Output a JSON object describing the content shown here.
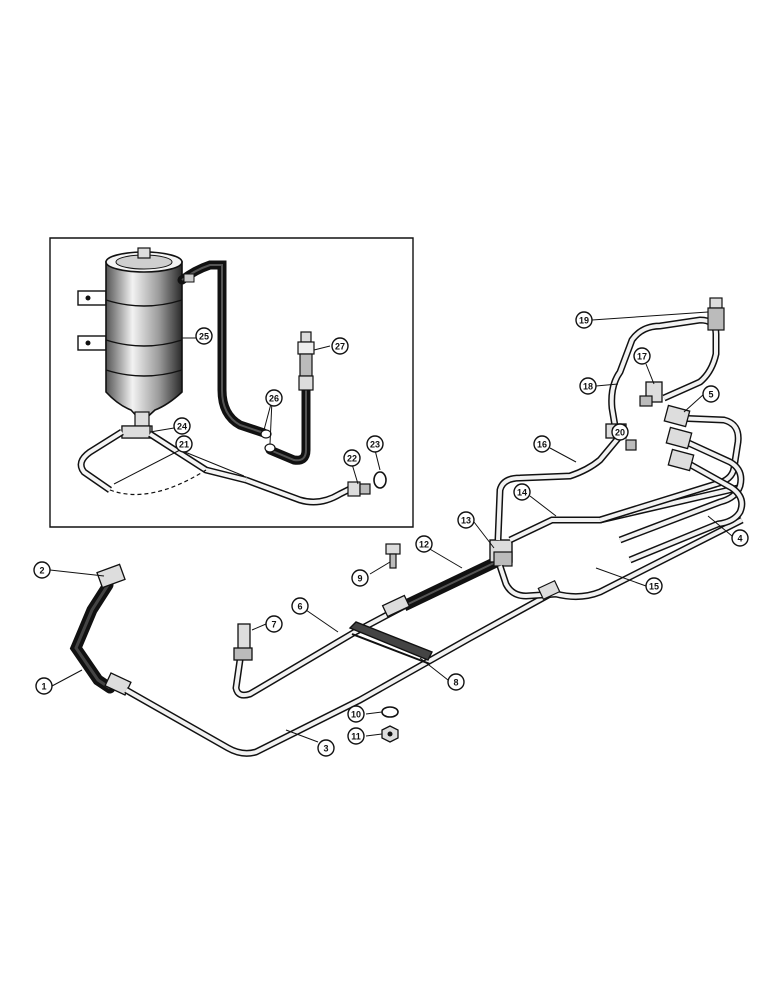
{
  "colors": {
    "ink": "#111111",
    "paper": "#ffffff",
    "metal": "#e9e9e9",
    "hose": "#151515"
  },
  "inset": {
    "name": "fuel-filter-detail-inset"
  },
  "callouts": [
    {
      "id": "c1",
      "label": "1"
    },
    {
      "id": "c2",
      "label": "2"
    },
    {
      "id": "c3",
      "label": "3"
    },
    {
      "id": "c4",
      "label": "4"
    },
    {
      "id": "c5",
      "label": "5"
    },
    {
      "id": "c6",
      "label": "6"
    },
    {
      "id": "c7",
      "label": "7"
    },
    {
      "id": "c8",
      "label": "8"
    },
    {
      "id": "c9",
      "label": "9"
    },
    {
      "id": "c10",
      "label": "10"
    },
    {
      "id": "c11",
      "label": "11"
    },
    {
      "id": "c12",
      "label": "12"
    },
    {
      "id": "c13",
      "label": "13"
    },
    {
      "id": "c14",
      "label": "14"
    },
    {
      "id": "c15",
      "label": "15"
    },
    {
      "id": "c16",
      "label": "16"
    },
    {
      "id": "c17",
      "label": "17"
    },
    {
      "id": "c18",
      "label": "18"
    },
    {
      "id": "c19",
      "label": "19"
    },
    {
      "id": "c20",
      "label": "20"
    },
    {
      "id": "c21",
      "label": "21"
    },
    {
      "id": "c22",
      "label": "22"
    },
    {
      "id": "c23",
      "label": "23"
    },
    {
      "id": "c24",
      "label": "24"
    },
    {
      "id": "c25",
      "label": "25"
    },
    {
      "id": "c26",
      "label": "26"
    },
    {
      "id": "c27",
      "label": "27"
    }
  ]
}
